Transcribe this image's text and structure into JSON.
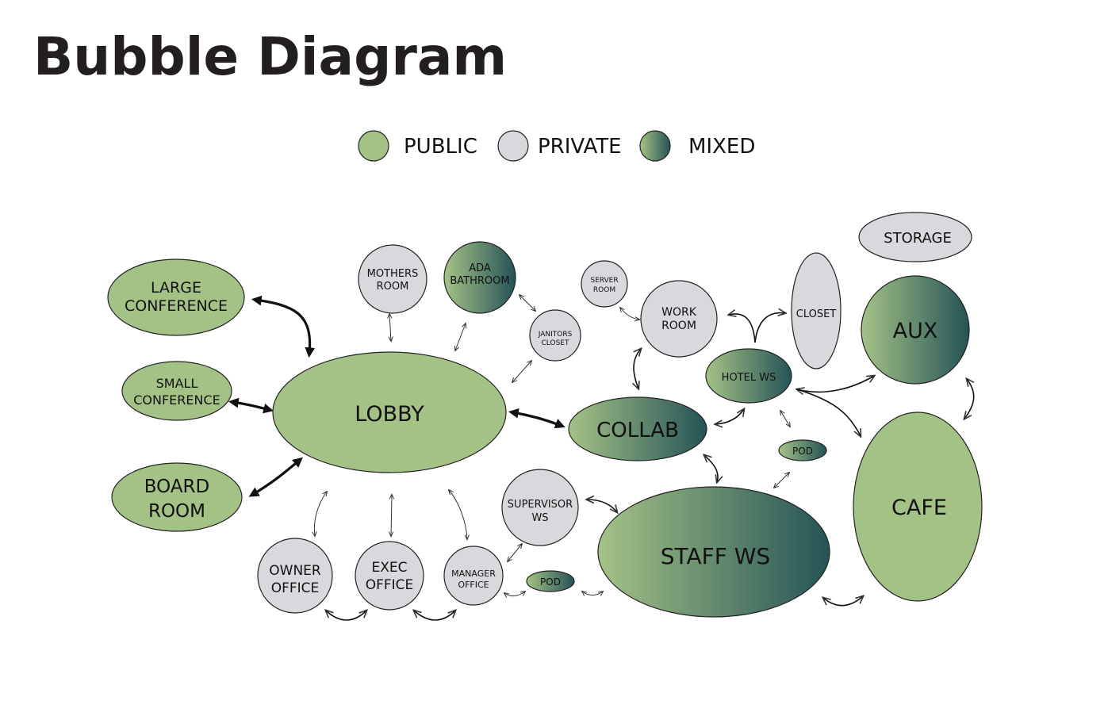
{
  "title": "Bubble Diagram",
  "legend": {
    "public": "PUBLIC",
    "private": "PRIVATE",
    "mixed": "MIXED"
  },
  "colors": {
    "public": "#a5c286",
    "private": "#d8d9dc",
    "mixed_start": "#a5c286",
    "mixed_end": "#255357"
  },
  "rooms": {
    "large_conference": [
      "LARGE",
      "CONFERENCE"
    ],
    "small_conference": [
      "SMALL",
      "CONFERENCE"
    ],
    "board_room": [
      "BOARD",
      "ROOM"
    ],
    "lobby": "LOBBY",
    "mothers_room": [
      "MOTHERS",
      "ROOM"
    ],
    "ada_bathroom": [
      "ADA",
      "BATHROOM"
    ],
    "janitors_closet": [
      "JANITORS",
      "CLOSET"
    ],
    "server_room": [
      "SERVER",
      "ROOM"
    ],
    "work_room": [
      "WORK",
      "ROOM"
    ],
    "closet": "CLOSET",
    "storage": "STORAGE",
    "aux": "AUX",
    "hotel_ws": "HOTEL WS",
    "collab": "COLLAB",
    "pod_upper": "POD",
    "cafe": "CAFE",
    "supervisor_ws": [
      "SUPERVISOR",
      "WS"
    ],
    "staff_ws": "STAFF WS",
    "owner_office": [
      "OWNER",
      "OFFICE"
    ],
    "exec_office": [
      "EXEC",
      "OFFICE"
    ],
    "manager_office": [
      "MANAGER",
      "OFFICE"
    ],
    "pod_lower": "POD"
  }
}
